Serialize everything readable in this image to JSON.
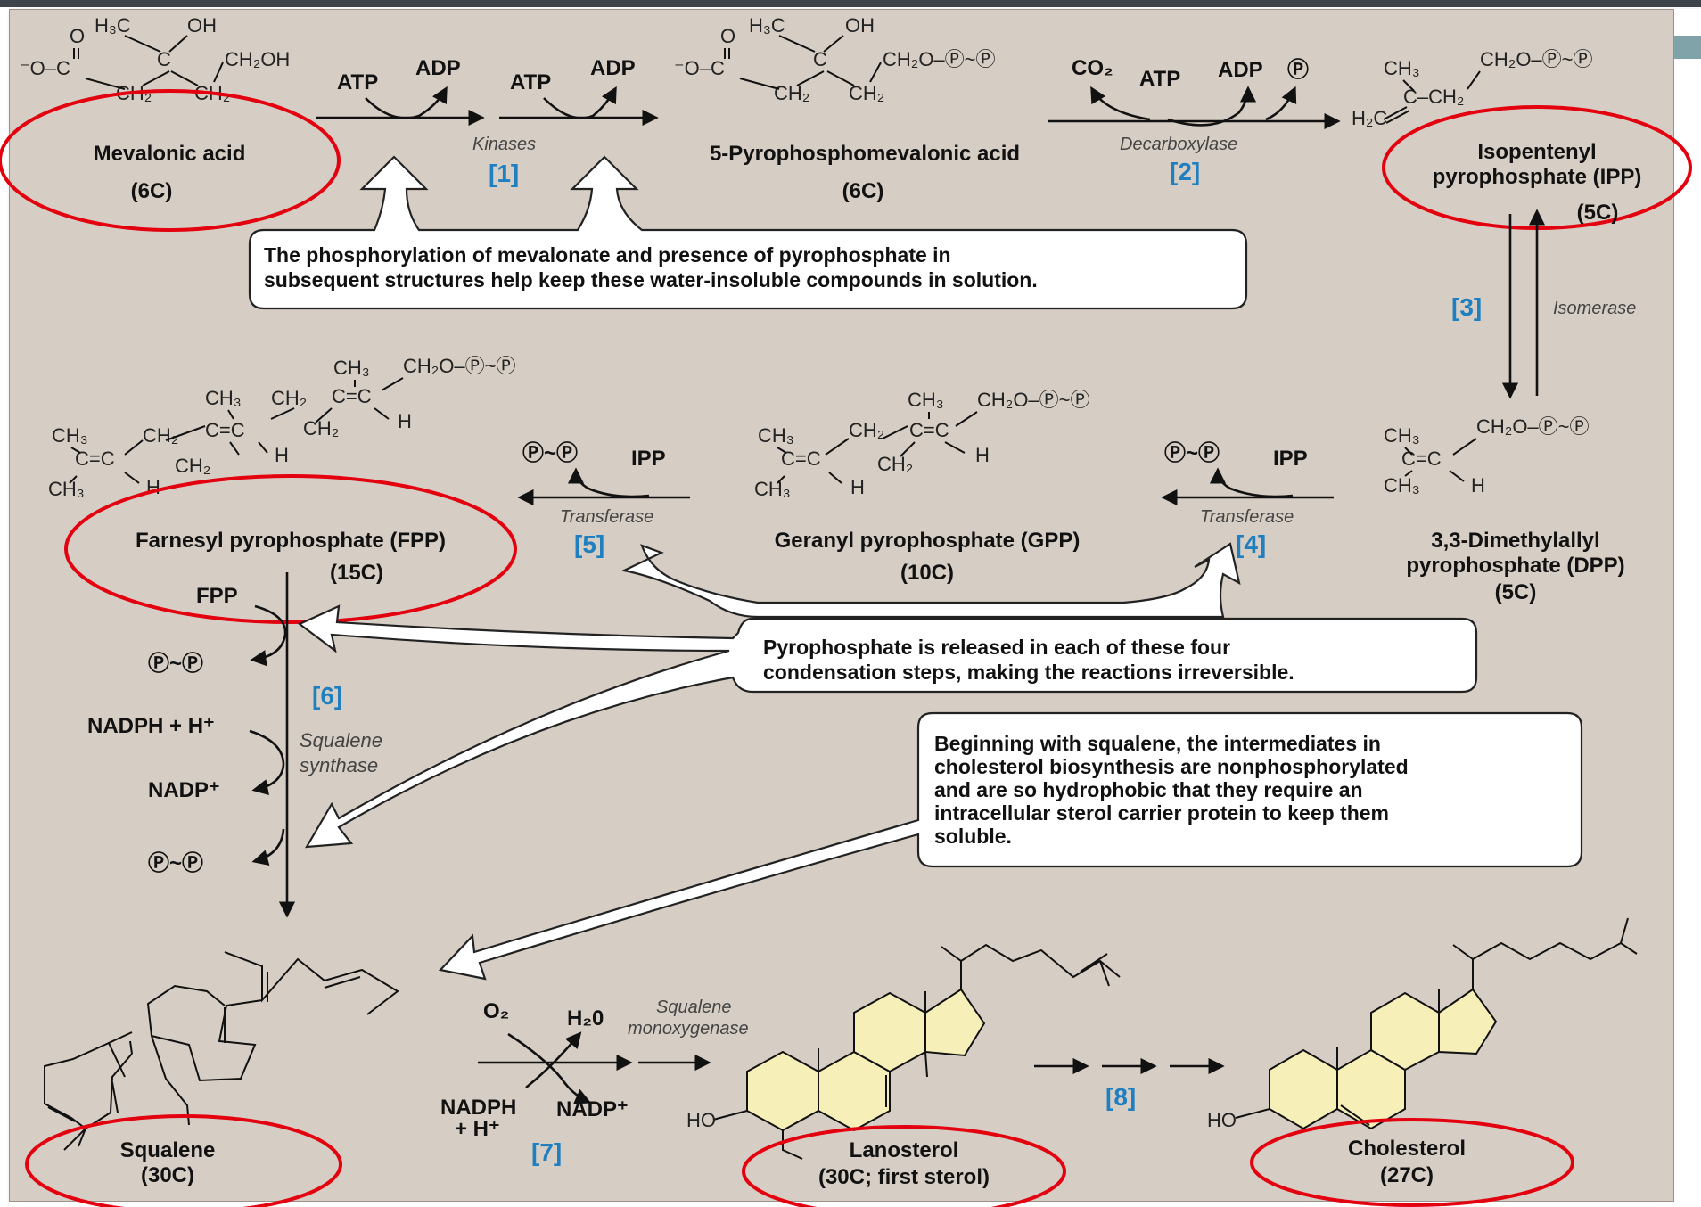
{
  "molecules": {
    "mevalonic": {
      "name": "Mevalonic acid",
      "carbons": "(6C)"
    },
    "pyrophosphomevalonic": {
      "name": "5-Pyrophosphomevalonic acid",
      "carbons": "(6C)"
    },
    "ipp": {
      "name_line1": "Isopentenyl",
      "name_line2": "pyrophosphate (IPP)",
      "carbons": "(5C)"
    },
    "dpp": {
      "name_line1": "3,3-Dimethylallyl",
      "name_line2": "pyrophosphate (DPP)",
      "carbons": "(5C)"
    },
    "gpp": {
      "name": "Geranyl pyrophosphate (GPP)",
      "carbons": "(10C)"
    },
    "fpp": {
      "name": "Farnesyl pyrophosphate (FPP)",
      "carbons": "(15C)"
    },
    "squalene": {
      "name": "Squalene",
      "carbons": "(30C)"
    },
    "lanosterol": {
      "name": "Lanosterol",
      "carbons": "(30C; first sterol)"
    },
    "cholesterol": {
      "name": "Cholesterol",
      "carbons": "(27C)"
    }
  },
  "steps": {
    "s1": {
      "num": "[1]",
      "enzyme": "Kinases"
    },
    "s2": {
      "num": "[2]",
      "enzyme": "Decarboxylase"
    },
    "s3": {
      "num": "[3]",
      "enzyme": "Isomerase"
    },
    "s4": {
      "num": "[4]",
      "enzyme": "Transferase"
    },
    "s5": {
      "num": "[5]",
      "enzyme": "Transferase"
    },
    "s6": {
      "num": "[6]",
      "enzyme_line1": "Squalene",
      "enzyme_line2": "synthase"
    },
    "s7": {
      "num": "[7]",
      "enzyme_line1": "Squalene",
      "enzyme_line2": "monoxygenase"
    },
    "s8": {
      "num": "[8]"
    }
  },
  "cofactors": {
    "atp": "ATP",
    "adp": "ADP",
    "co2": "CO₂",
    "ppi": "Ⓟ~Ⓟ",
    "pi": "Ⓟ",
    "ipp": "IPP",
    "fpp": "FPP",
    "nadph_h": "NADPH + H⁺",
    "nadp": "NADP⁺",
    "o2": "O₂",
    "h2o": "H₂0",
    "nadph_line1": "NADPH",
    "nadph_line2": "+ H⁺"
  },
  "notes": {
    "phosphorylation": [
      "The phosphorylation of mevalonate and presence of pyrophosphate in",
      "subsequent structures help keep these water-insoluble compounds in solution."
    ],
    "pyrophosphate": [
      "Pyrophosphate is released in each of these four",
      "condensation steps, making the reactions irreversible."
    ],
    "squalene": [
      "Beginning with squalene, the intermediates in",
      "cholesterol biosynthesis are nonphosphorylated",
      "and are so hydrophobic that they require an",
      "intracellular sterol carrier protein to keep them",
      "soluble."
    ]
  },
  "structure_labels": {
    "mev": {
      "o": "O",
      "h3c": "H₃C",
      "oh": "OH",
      "om": "⁻O–C",
      "c": "C",
      "ch2oh": "CH₂OH",
      "ch2a": "CH₂",
      "ch2b": "CH₂"
    },
    "ppm": {
      "o": "O",
      "h3c": "H₃C",
      "oh": "OH",
      "om": "⁻O–C",
      "c": "C",
      "ch2opp": "CH₂O–Ⓟ~Ⓟ",
      "ch2a": "CH₂",
      "ch2b": "CH₂"
    },
    "ipp": {
      "ch3": "CH₃",
      "ch2opp": "CH₂O–Ⓟ~Ⓟ",
      "cch2": "C–CH₂",
      "h2c": "H₂C"
    },
    "dpp": {
      "ch3a": "CH₃",
      "ch2opp": "CH₂O–Ⓟ~Ⓟ",
      "cc": "C=C",
      "ch3b": "CH₃",
      "h": "H"
    },
    "gpp": {
      "ch3a": "CH₃",
      "ch2opp": "CH₂O–Ⓟ~Ⓟ",
      "ch3b": "CH₃",
      "ch2": "CH₂",
      "cc1": "C=C",
      "cc2": "C=C",
      "ch2b": "CH₂",
      "h1": "H",
      "ch3c": "CH₃",
      "h2": "H"
    },
    "fpp": {
      "ch3a": "CH₃",
      "ch2opp": "CH₂O–Ⓟ~Ⓟ",
      "ch3b": "CH₃",
      "ch2a": "CH₂",
      "cc1": "C=C",
      "ch2b": "CH₂",
      "h1": "H",
      "ch3c": "CH₃",
      "ch2c": "CH₂",
      "cc2": "C=C",
      "ch2d": "CH₂",
      "h2": "H",
      "cc3": "C=C",
      "ch3d": "CH₃",
      "h3": "H"
    },
    "ho1": "HO",
    "ho2": "HO"
  }
}
